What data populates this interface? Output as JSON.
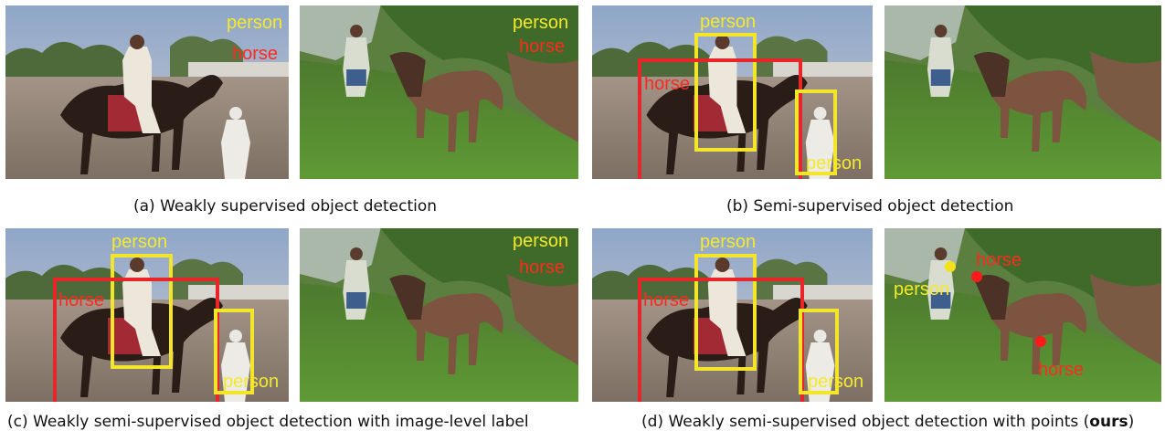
{
  "labels": {
    "person": "person",
    "horse": "horse"
  },
  "captions": {
    "a": "(a) Weakly supervised object detection",
    "b": "(b) Semi-supervised object detection",
    "c": "(c) Weakly semi-supervised object detection with image-level label",
    "d_prefix": "(d) Weakly semi-supervised object detection with points (",
    "d_bold": "ours",
    "d_suffix": ")"
  },
  "colors": {
    "person_box": "#f2e52a",
    "horse_box": "#e8262a",
    "person_point": "#f5e11a",
    "horse_point": "#ff1a1a"
  }
}
